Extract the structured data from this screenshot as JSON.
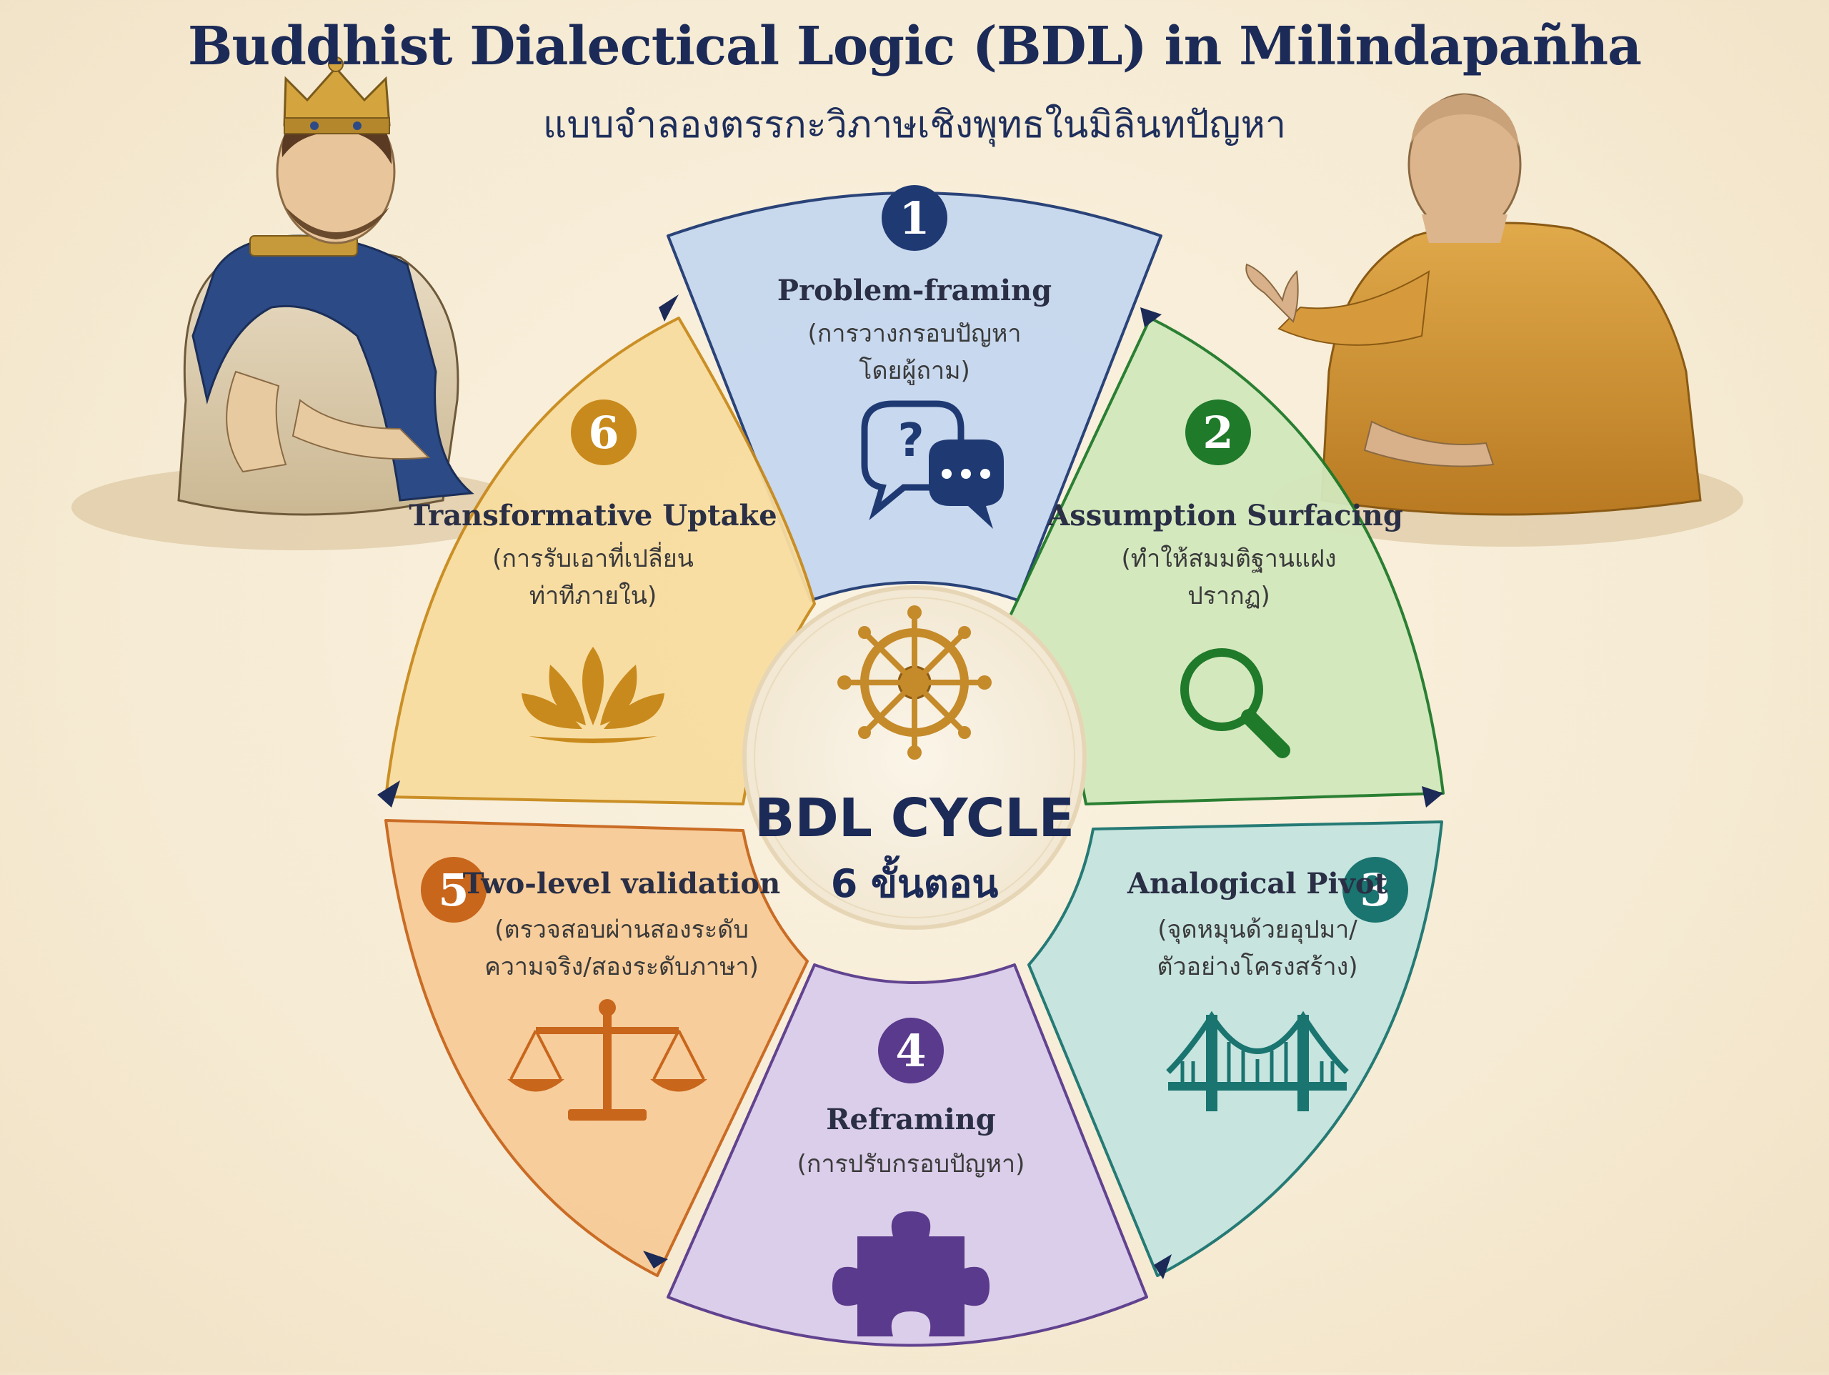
{
  "header": {
    "title": "Buddhist Dialectical Logic (BDL) in Milindapañha",
    "subtitle": "แบบจำลองตรรกะวิภาษเชิงพุทธในมิลินทปัญหา"
  },
  "center": {
    "title": "BDL CYCLE",
    "subtitle": "6 ขั้นตอน"
  },
  "steps": [
    {
      "number": "1",
      "title": "Problem-framing",
      "thai_lines": [
        "(การวางกรอบปัญหา",
        "โดยผู้ถาม)"
      ],
      "icon": "speech-bubbles-icon",
      "color": "#1f3a73",
      "fill": "#c6d7ef"
    },
    {
      "number": "2",
      "title": "Assumption Surfacing",
      "thai_lines": [
        "(ทำให้สมมติฐานแฝง",
        "ปรากฏ)"
      ],
      "icon": "magnifier-icon",
      "color": "#1f7a2a",
      "fill": "#d3e8bd"
    },
    {
      "number": "3",
      "title": "Analogical Pivot",
      "thai_lines": [
        "(จุดหมุนด้วยอุปมา/",
        "ตัวอย่างโครงสร้าง)"
      ],
      "icon": "bridge-icon",
      "color": "#1a7470",
      "fill": "#c5e4e0"
    },
    {
      "number": "4",
      "title": "Reframing",
      "thai_lines": [
        "(การปรับกรอบปัญหา)"
      ],
      "icon": "puzzle-icon",
      "color": "#5a3a8c",
      "fill": "#dacdec"
    },
    {
      "number": "5",
      "title": "Two-level validation",
      "thai_lines": [
        "(ตรวจสอบผ่านสองระดับ",
        "ความจริง/สองระดับภาษา)"
      ],
      "icon": "scales-icon",
      "color": "#c8661c",
      "fill": "#f7cc98"
    },
    {
      "number": "6",
      "title": "Transformative Uptake",
      "thai_lines": [
        "(การรับเอาที่เปลี่ยน",
        "ท่าทีภายใน)"
      ],
      "icon": "lotus-icon",
      "color": "#c88a1c",
      "fill": "#f8dda0"
    }
  ],
  "colors": {
    "title": "#1b2a57",
    "wheel": "#c58a2a"
  }
}
